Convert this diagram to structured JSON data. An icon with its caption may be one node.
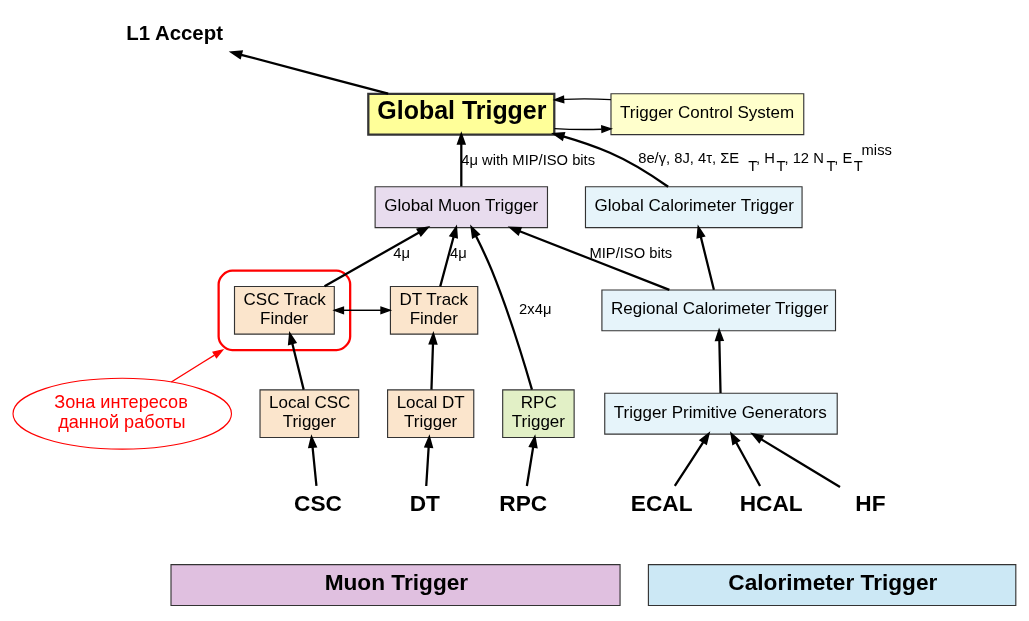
{
  "diagram": {
    "nodes": [
      {
        "text": [
          "L1 Accept"
        ]
      },
      {
        "text": [
          "Зона интересов данной работы"
        ]
      },
      {
        "text": [
          "Global Trigger"
        ]
      },
      {
        "text": [
          "Trigger Control System"
        ]
      },
      {
        "text": [
          "Global Muon Trigger"
        ]
      },
      {
        "text": [
          "Global Calorimeter Trigger"
        ]
      },
      {
        "text": [
          "DT Track Finder"
        ]
      },
      {
        "text": [],
        "shape": "ellipse"
      },
      {
        "text": [
          "CSC Track Finder"
        ],
        "in": 7
      },
      {
        "text": [
          "RPC Trigger"
        ]
      },
      {
        "text": [
          "Regional Calorimeter Trigger"
        ]
      },
      {
        "text": [
          "Local DT Trigger"
        ]
      },
      {
        "text": [
          "Local CSC Trigger"
        ]
      },
      {
        "text": [
          "Trigger Primitive Generators"
        ]
      },
      {
        "text": [
          "DT"
        ]
      },
      {
        "text": [
          "CSC"
        ]
      },
      {
        "text": [
          "RPC"
        ]
      },
      {
        "text": [
          "ECAL"
        ]
      },
      {
        "text": [
          "HCAL"
        ]
      },
      {
        "text": [
          "HF"
        ]
      },
      {
        "text": [
          "Muon Trigger"
        ]
      },
      {
        "text": [
          "Calorimeter Trigger"
        ]
      }
    ],
    "edges": [
      {
        "from": 2,
        "to": 0,
        "arrow": "to"
      },
      {
        "from": 1,
        "to": 7,
        "arrow": "to",
        "color": "#ff0000"
      },
      {
        "from": 3,
        "to": 2,
        "arrow": "to"
      },
      {
        "from": 2,
        "to": 3,
        "arrow": "to"
      },
      {
        "from": 4,
        "to": 2,
        "arrow": "to",
        "label": "4μ with MIP/ISO bits"
      },
      {
        "from": 5,
        "to": 2,
        "arrow": "to",
        "label": "8e/γ, 8J, 4τ, ΣE$_{T}$, H$_{T}$, 12 N$_{T}$, E$_{T}$$^{miss}$"
      },
      {
        "from": 6,
        "to": 4,
        "arrow": "to",
        "label": "4μ"
      },
      {
        "from": 8,
        "to": 4,
        "arrow": "to",
        "label": "4μ"
      },
      {
        "from": 9,
        "to": 4,
        "arrow": "to",
        "label": "2x4μ"
      },
      {
        "from": 10,
        "to": 4,
        "arrow": "to",
        "label": "MIP/ISO bits"
      },
      {
        "from": 8,
        "to": 6,
        "arrow": "to"
      },
      {
        "from": 6,
        "to": 8,
        "arrow": "to"
      },
      {
        "from": 10,
        "to": 5,
        "arrow": "to"
      },
      {
        "from": 11,
        "to": 6,
        "arrow": "to"
      },
      {
        "from": 12,
        "to": 8,
        "arrow": "to"
      },
      {
        "from": 13,
        "to": 10,
        "arrow": "to"
      },
      {
        "from": 14,
        "to": 11,
        "arrow": "to"
      },
      {
        "from": 15,
        "to": 12,
        "arrow": "to"
      },
      {
        "from": 16,
        "to": 9,
        "arrow": "to"
      },
      {
        "from": 17,
        "to": 13,
        "arrow": "to"
      },
      {
        "from": 18,
        "to": 13,
        "arrow": "to"
      },
      {
        "from": 19,
        "to": 13,
        "arrow": "to"
      }
    ]
  }
}
